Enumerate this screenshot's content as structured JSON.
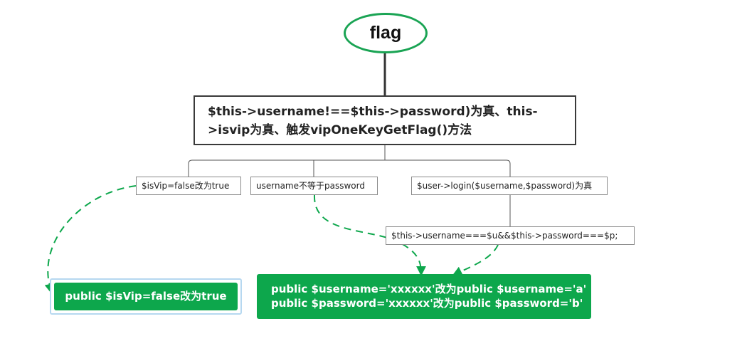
{
  "colors": {
    "green": "#0da74c",
    "ring": "#1aa454",
    "line": "#333333"
  },
  "root": {
    "label": "flag"
  },
  "main": {
    "line1": "$this->username!==$this->password)为真、this-",
    "line2": ">isvip为真、触发vipOneKeyGetFlag()方法"
  },
  "conditions": [
    {
      "label": "$isVip=false改为true"
    },
    {
      "label": "username不等于password"
    },
    {
      "label": "$user->login($username,$password)为真"
    }
  ],
  "subcondition": {
    "label": "$this->username===$u&&$this->password===$p;"
  },
  "solutions": [
    {
      "lines": [
        "public $isVip=false改为true"
      ]
    },
    {
      "lines": [
        "public $username='xxxxxx'改为public $username='a'",
        "public $password='xxxxxx'改为public $password='b'"
      ]
    }
  ]
}
